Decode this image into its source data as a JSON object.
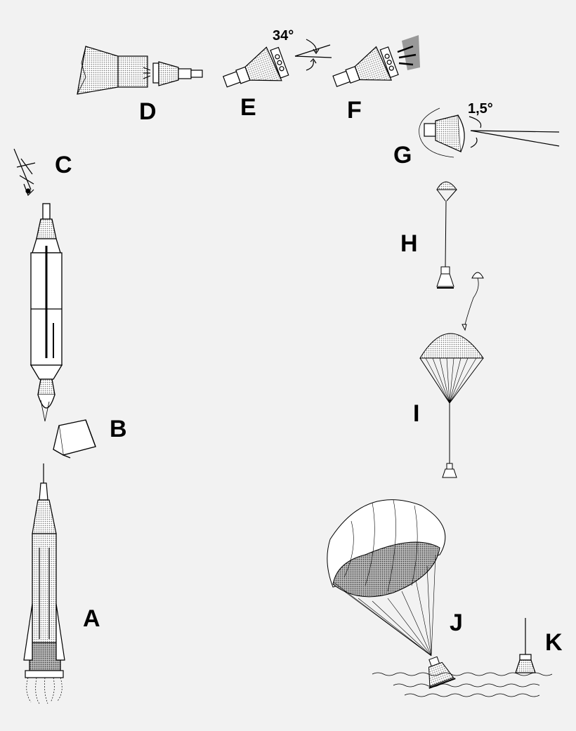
{
  "labels": {
    "A": "A",
    "B": "B",
    "C": "C",
    "D": "D",
    "E": "E",
    "F": "F",
    "G": "G",
    "H": "H",
    "I": "I",
    "J": "J",
    "K": "K"
  },
  "angles": {
    "separation_angle": "34°",
    "reentry_angle": "1,5°"
  },
  "colors": {
    "background": "#f2f2f2",
    "ink": "#000000"
  }
}
